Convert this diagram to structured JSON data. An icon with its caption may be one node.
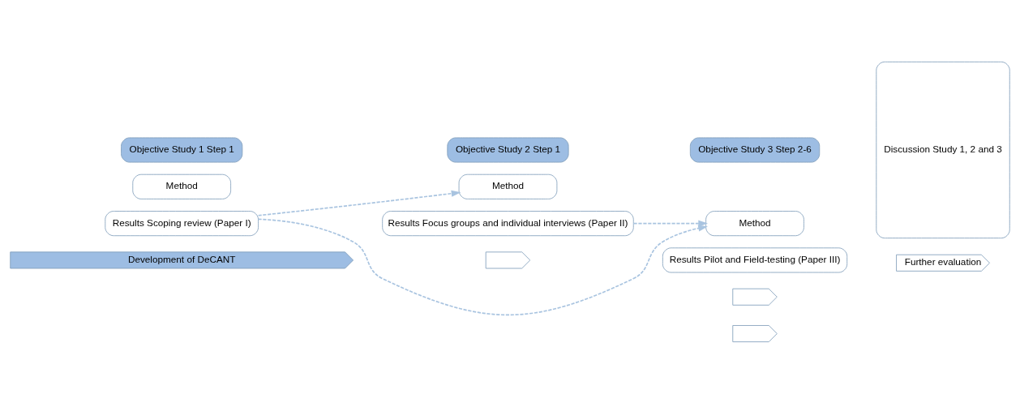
{
  "diagram": {
    "nodes": [
      {
        "text": [
          "Objective Study 1 Step 1"
        ]
      },
      {
        "text": [
          "Method"
        ]
      },
      {
        "text": [
          "Results Scoping review (Paper I)"
        ]
      },
      {
        "text": [
          "Objective Study 2 Step 1"
        ]
      },
      {
        "text": [
          "Method"
        ]
      },
      {
        "text": [
          "Results Focus groups and individual interviews (Paper II)"
        ]
      },
      {
        "text": [
          "Objective Study 3 Step 2-6"
        ]
      },
      {
        "text": [
          "Method"
        ]
      },
      {
        "text": [
          "Results Pilot and Field-testing (Paper III)"
        ]
      },
      {
        "text": [
          "Discussion Study 1, 2 and 3"
        ]
      },
      {
        "text": [
          "Development of DeCANT"
        ]
      },
      {
        "text": [],
        "shape": "chevron"
      },
      {
        "text": [],
        "shape": "chevron"
      },
      {
        "text": [],
        "shape": "chevron"
      },
      {
        "text": [
          "Further evaluation"
        ]
      }
    ],
    "edges": [
      {
        "from": 2,
        "to": 4,
        "arrow": "to",
        "style": "dashed"
      },
      {
        "from": 5,
        "to": 7,
        "arrow": "to",
        "style": "dashed"
      },
      {
        "from": 2,
        "to": 7,
        "arrow": "to",
        "style": "dashed"
      }
    ]
  }
}
